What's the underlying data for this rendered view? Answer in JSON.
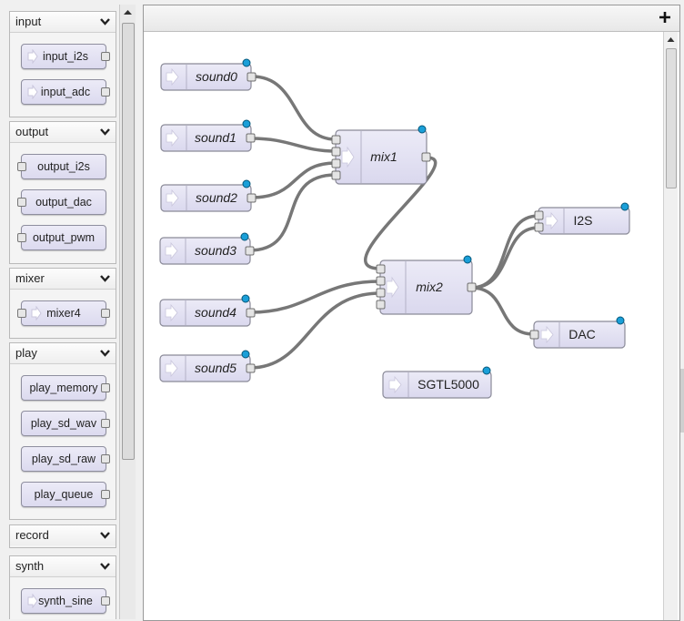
{
  "palette": {
    "categories": [
      {
        "id": "input",
        "label": "input",
        "items": [
          {
            "label": "input_i2s"
          },
          {
            "label": "input_adc"
          }
        ]
      },
      {
        "id": "output",
        "label": "output",
        "items": [
          {
            "label": "output_i2s"
          },
          {
            "label": "output_dac"
          },
          {
            "label": "output_pwm"
          }
        ]
      },
      {
        "id": "mixer",
        "label": "mixer",
        "items": [
          {
            "label": "mixer4"
          }
        ]
      },
      {
        "id": "play",
        "label": "play",
        "items": [
          {
            "label": "play_memory"
          },
          {
            "label": "play_sd_wav"
          },
          {
            "label": "play_sd_raw"
          },
          {
            "label": "play_queue"
          }
        ]
      },
      {
        "id": "record",
        "label": "record",
        "items": []
      },
      {
        "id": "synth",
        "label": "synth",
        "items": [
          {
            "label": "synth_sine"
          }
        ]
      }
    ]
  },
  "workspace": {
    "add_icon": "plus-icon",
    "nodes": {
      "sound0": "sound0",
      "sound1": "sound1",
      "sound2": "sound2",
      "sound3": "sound3",
      "sound4": "sound4",
      "sound5": "sound5",
      "mix1": "mix1",
      "mix2": "mix2",
      "i2s": "I2S",
      "dac": "DAC",
      "sgtl5000": "SGTL5000"
    }
  }
}
